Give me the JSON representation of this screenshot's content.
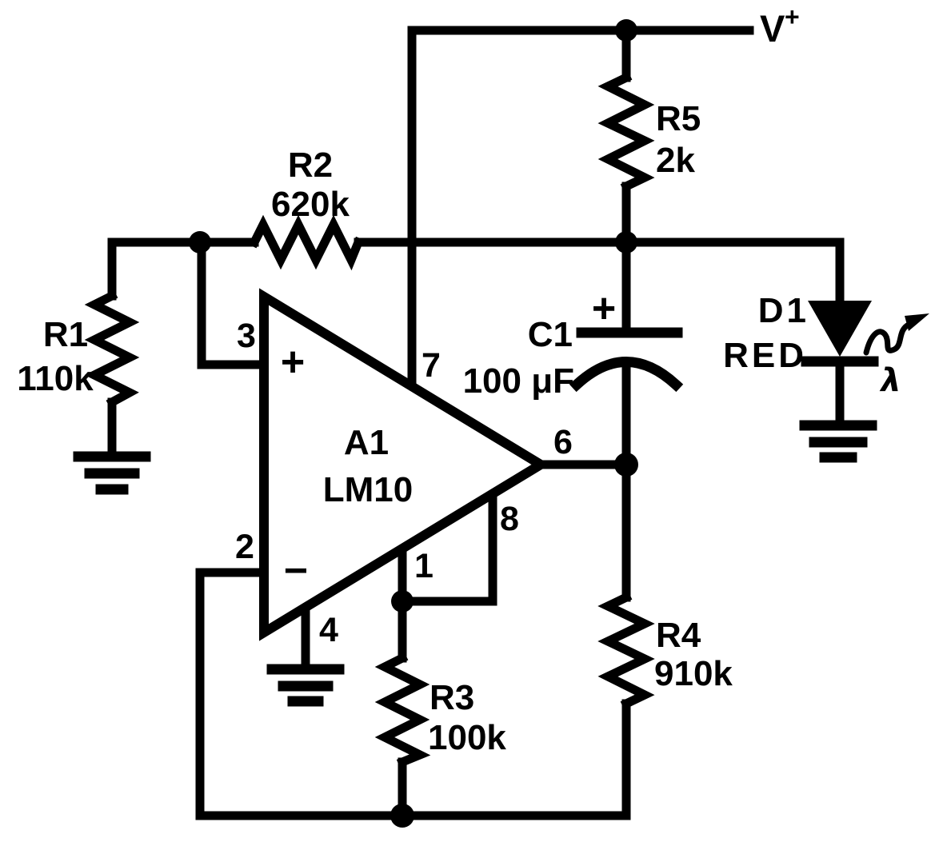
{
  "schematic": {
    "supply": {
      "base": "V",
      "sup": "+"
    },
    "opamp": {
      "ref": "A1",
      "part": "LM10",
      "noninv_mark": "+",
      "inv_mark": "−"
    },
    "pins": {
      "noninv": "3",
      "inv": "2",
      "supply": "7",
      "output": "6",
      "balance": "8",
      "comp": "1",
      "ground": "4"
    },
    "r1": {
      "ref": "R1",
      "value": "110k"
    },
    "r2": {
      "ref": "R2",
      "value": "620k"
    },
    "r3": {
      "ref": "R3",
      "value": "100k"
    },
    "r4": {
      "ref": "R4",
      "value": "910k"
    },
    "r5": {
      "ref": "R5",
      "value": "2k"
    },
    "c1": {
      "ref": "C1",
      "value": "100 μF",
      "polarity_mark": "+"
    },
    "d1": {
      "ref": "D1",
      "color": "RED",
      "emission_symbol": "λ"
    },
    "colors": {
      "ink": "#000000",
      "paper": "#ffffff"
    }
  }
}
